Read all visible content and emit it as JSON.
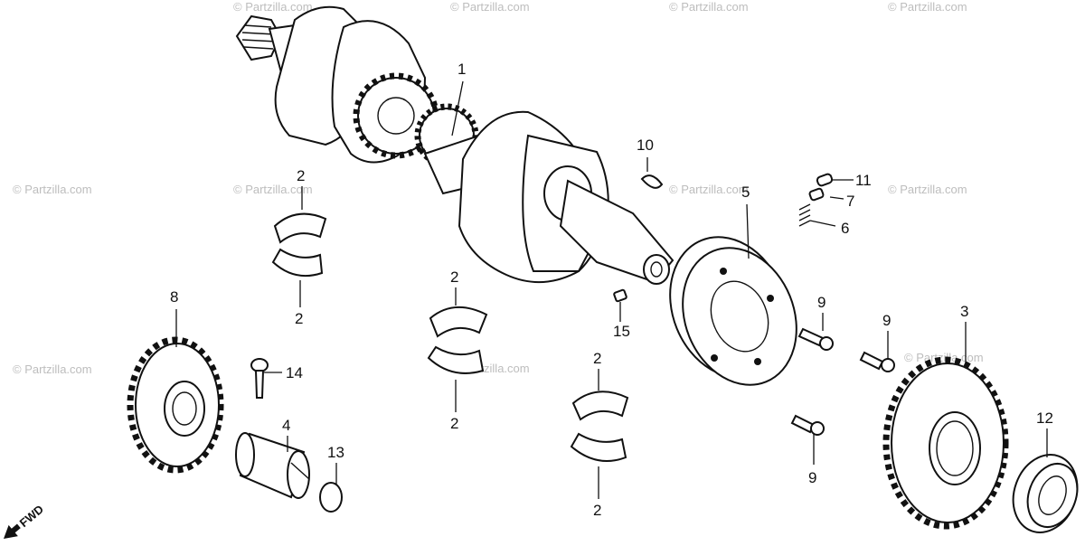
{
  "diagram": {
    "watermark": "© Partzilla.com",
    "fwd": "FWD",
    "labels": {
      "p1": "1",
      "p2a": "2",
      "p2b": "2",
      "p2c": "2",
      "p2d": "2",
      "p2e": "2",
      "p2f": "2",
      "p3": "3",
      "p4": "4",
      "p5": "5",
      "p6": "6",
      "p7": "7",
      "p8": "8",
      "p9a": "9",
      "p9b": "9",
      "p9c": "9",
      "p10": "10",
      "p11": "11",
      "p12": "12",
      "p13": "13",
      "p14": "14",
      "p15": "15"
    }
  }
}
